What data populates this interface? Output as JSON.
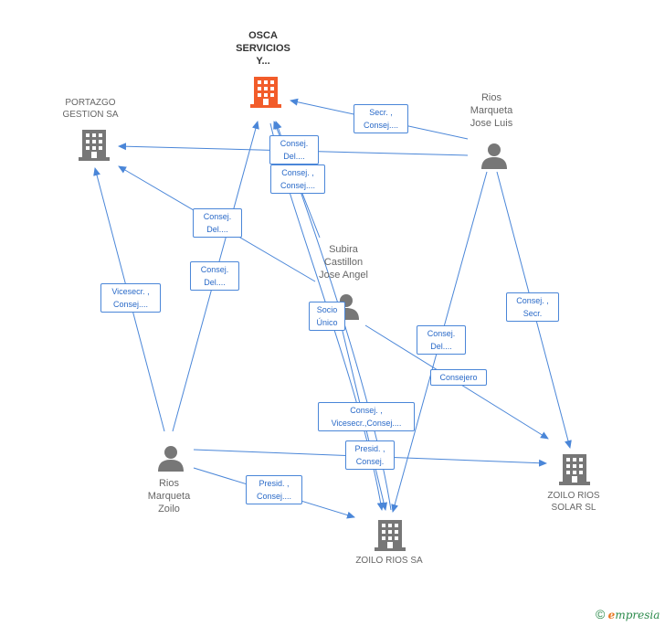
{
  "colors": {
    "edge": "#4a86d8",
    "node_icon": "#777777",
    "focus_icon": "#f25c2a"
  },
  "nodes": {
    "osca": {
      "lines": [
        "OSCA",
        "SERVICIOS",
        "Y..."
      ],
      "type": "company",
      "focus": true
    },
    "portazgo": {
      "lines": [
        "PORTAZGO",
        "GESTION SA"
      ],
      "type": "company"
    },
    "rios_jose_luis": {
      "lines": [
        "Rios",
        "Marqueta",
        "Jose Luis"
      ],
      "type": "person"
    },
    "subira": {
      "lines": [
        "Subira",
        "Castillon",
        "Jose Angel"
      ],
      "type": "person"
    },
    "rios_zoilo": {
      "lines": [
        "Rios",
        "Marqueta",
        "Zoilo"
      ],
      "type": "person"
    },
    "zoilo_rios_sa": {
      "lines": [
        "ZOILO RIOS SA"
      ],
      "type": "company"
    },
    "zoilo_rios_solar": {
      "lines": [
        "ZOILO RIOS",
        "SOLAR SL"
      ],
      "type": "company"
    }
  },
  "edge_labels": {
    "secr_consej": [
      "Secr. ,",
      "Consej...."
    ],
    "consej_del_1": [
      "Consej.",
      "Del...."
    ],
    "consej_consej": [
      "Consej. ,",
      "Consej...."
    ],
    "consej_del_2": [
      "Consej.",
      "Del...."
    ],
    "consej_del_3": [
      "Consej.",
      "Del...."
    ],
    "vicesecr_consej": [
      "Vicesecr. ,",
      "Consej...."
    ],
    "socio_unico": [
      "Socio",
      "Único"
    ],
    "consej_secr": [
      "Consej. ,",
      "Secr."
    ],
    "consej_del_4": [
      "Consej.",
      "Del...."
    ],
    "consejero": [
      "Consejero"
    ],
    "consej_vicesecr": [
      "Consej. ,",
      "Vicesecr.,Consej...."
    ],
    "presid_consej_1": [
      "Presid. ,",
      "Consej."
    ],
    "presid_consej_2": [
      "Presid. ,",
      "Consej...."
    ]
  },
  "footer": {
    "copyright": "©",
    "brand_e": "e",
    "brand_rest": "mpresia"
  }
}
